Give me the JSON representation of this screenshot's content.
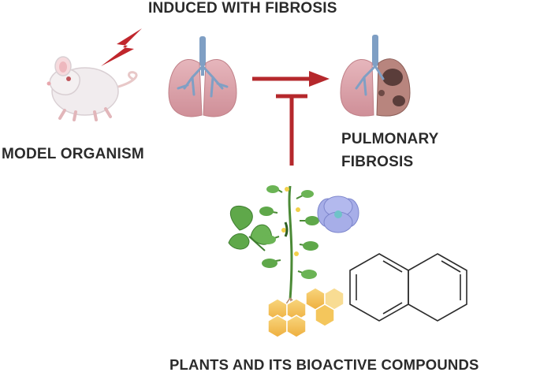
{
  "labels": {
    "induced": "INDUCED WITH FIBROSIS",
    "model_organism": "MODEL ORGANISM",
    "pulmonary_line1": "PULMONARY",
    "pulmonary_line2": "FIBROSIS",
    "plants": "PLANTS AND ITS BIOACTIVE COMPOUNDS"
  },
  "icons": [
    "mouse-icon",
    "lightning-bolt-icon",
    "healthy-lungs-icon",
    "fibrotic-lungs-icon",
    "plant-icon",
    "leaf-icon",
    "flower-icon",
    "honeycomb-icon",
    "naphthalene-structure-icon"
  ],
  "colors": {
    "arrow": "#b5282c",
    "lung": "#d9a0a8",
    "airway": "#7f9fc4",
    "fibrosis": "#5a3d3a",
    "leaf": "#5fa84a",
    "flower": "#a7aee8",
    "honeycomb": "#f3c25a"
  }
}
